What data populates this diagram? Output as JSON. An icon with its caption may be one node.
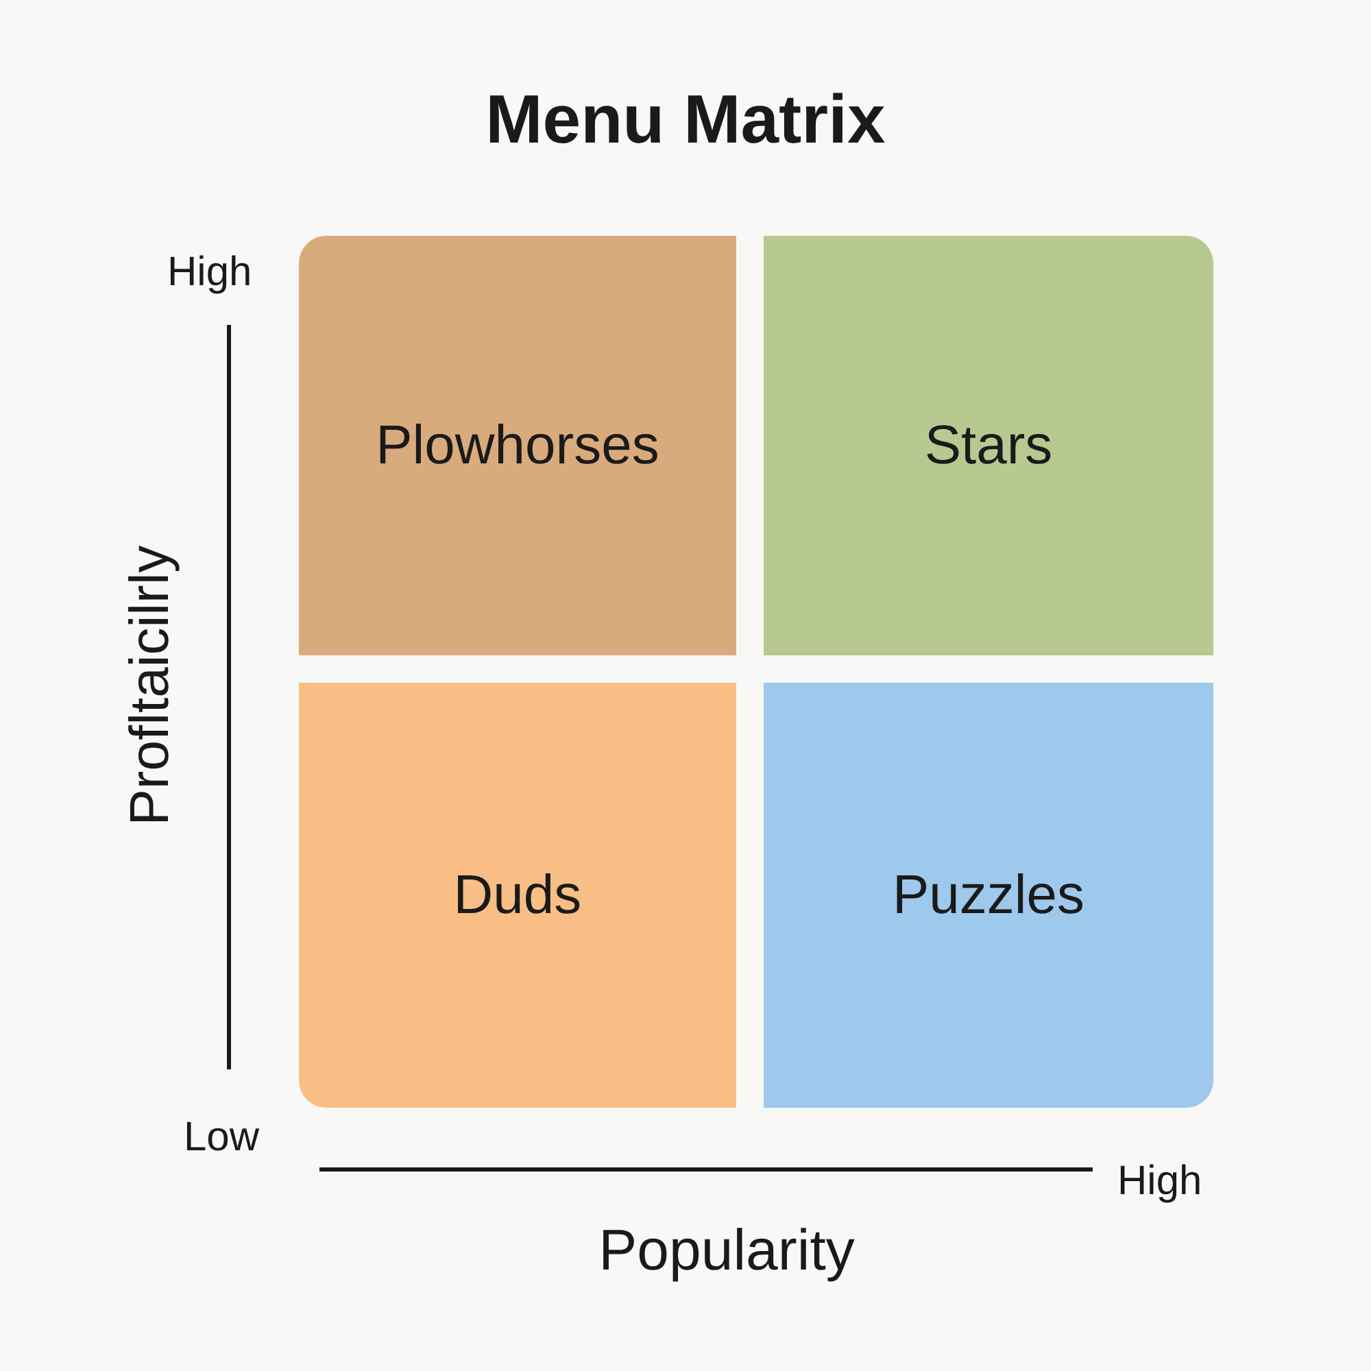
{
  "diagram": {
    "title": "Menu Matrix",
    "nodes": [
      {
        "text": [
          "Plowhorses"
        ]
      },
      {
        "text": [
          "Stars"
        ]
      },
      {
        "text": [
          "Duds"
        ]
      },
      {
        "text": [
          "Puzzles"
        ]
      }
    ],
    "labels": [
      "High",
      "Profltaicilrly",
      "Low",
      "High",
      "Popularity"
    ]
  }
}
